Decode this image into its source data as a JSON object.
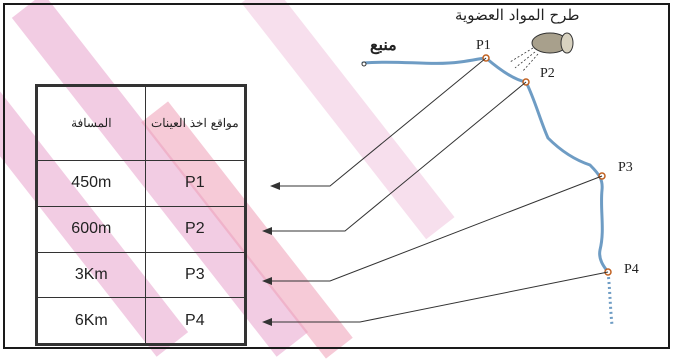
{
  "diagram": {
    "top_label": "طرح المواد العضوية",
    "source_label": "منبع",
    "points": [
      "P1",
      "P2",
      "P3",
      "P4"
    ]
  },
  "table": {
    "headers": [
      "المسافة",
      "مواقع اخذ العينات"
    ],
    "rows": [
      {
        "distance": "450m",
        "site": "P1"
      },
      {
        "distance": "600m",
        "site": "P2"
      },
      {
        "distance": "3Km",
        "site": "P3"
      },
      {
        "distance": "6Km",
        "site": "P4"
      }
    ]
  },
  "colors": {
    "river": "#6e9cc4",
    "border": "#1a1a1a",
    "watermark": "#e7a2cc"
  }
}
